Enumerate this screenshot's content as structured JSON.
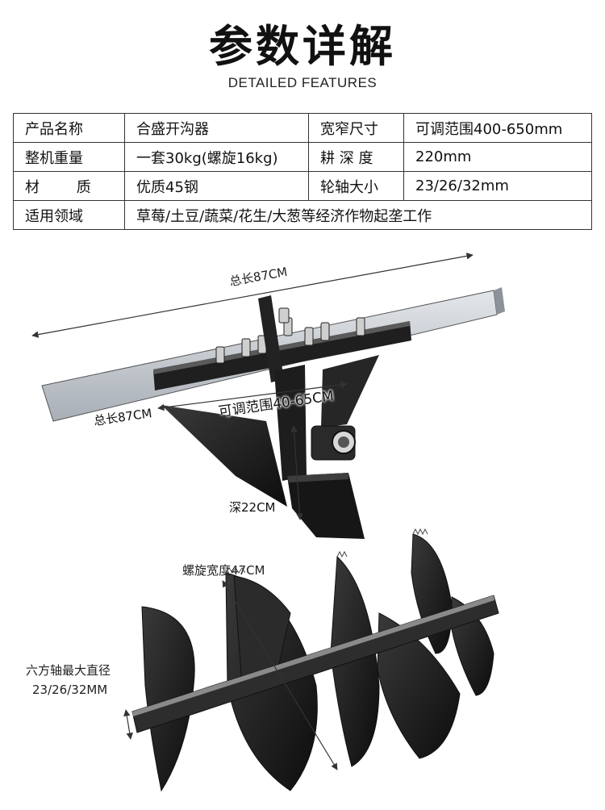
{
  "header": {
    "title": "参数详解",
    "subtitle": "DETAILED FEATURES"
  },
  "spec_table": {
    "rows": [
      [
        "产品名称",
        "合盛开沟器",
        "宽窄尺寸",
        "可调范围400-650mm"
      ],
      [
        "整机重量",
        "一套30kg(螺旋16kg)",
        "耕 深  度",
        "220mm"
      ],
      [
        "材        质",
        "优质45钢",
        "轮轴大小",
        "23/26/32mm"
      ],
      [
        "适用领域",
        "草莓/土豆/蔬菜/花生/大葱等经济作物起垄工作"
      ]
    ]
  },
  "annotations": {
    "total_length_top": "总长87CM",
    "total_length_left": "总长87CM",
    "adjust_range": "可调范围40-65CM",
    "depth": "深22CM",
    "spiral_width": "螺旋宽度47CM",
    "hex_shaft_line1": "六方轴最大直径",
    "hex_shaft_line2": "23/26/32MM"
  },
  "colors": {
    "steel_dark": "#1c1c1c",
    "steel_light": "#c9cdd3",
    "text": "#111111"
  }
}
